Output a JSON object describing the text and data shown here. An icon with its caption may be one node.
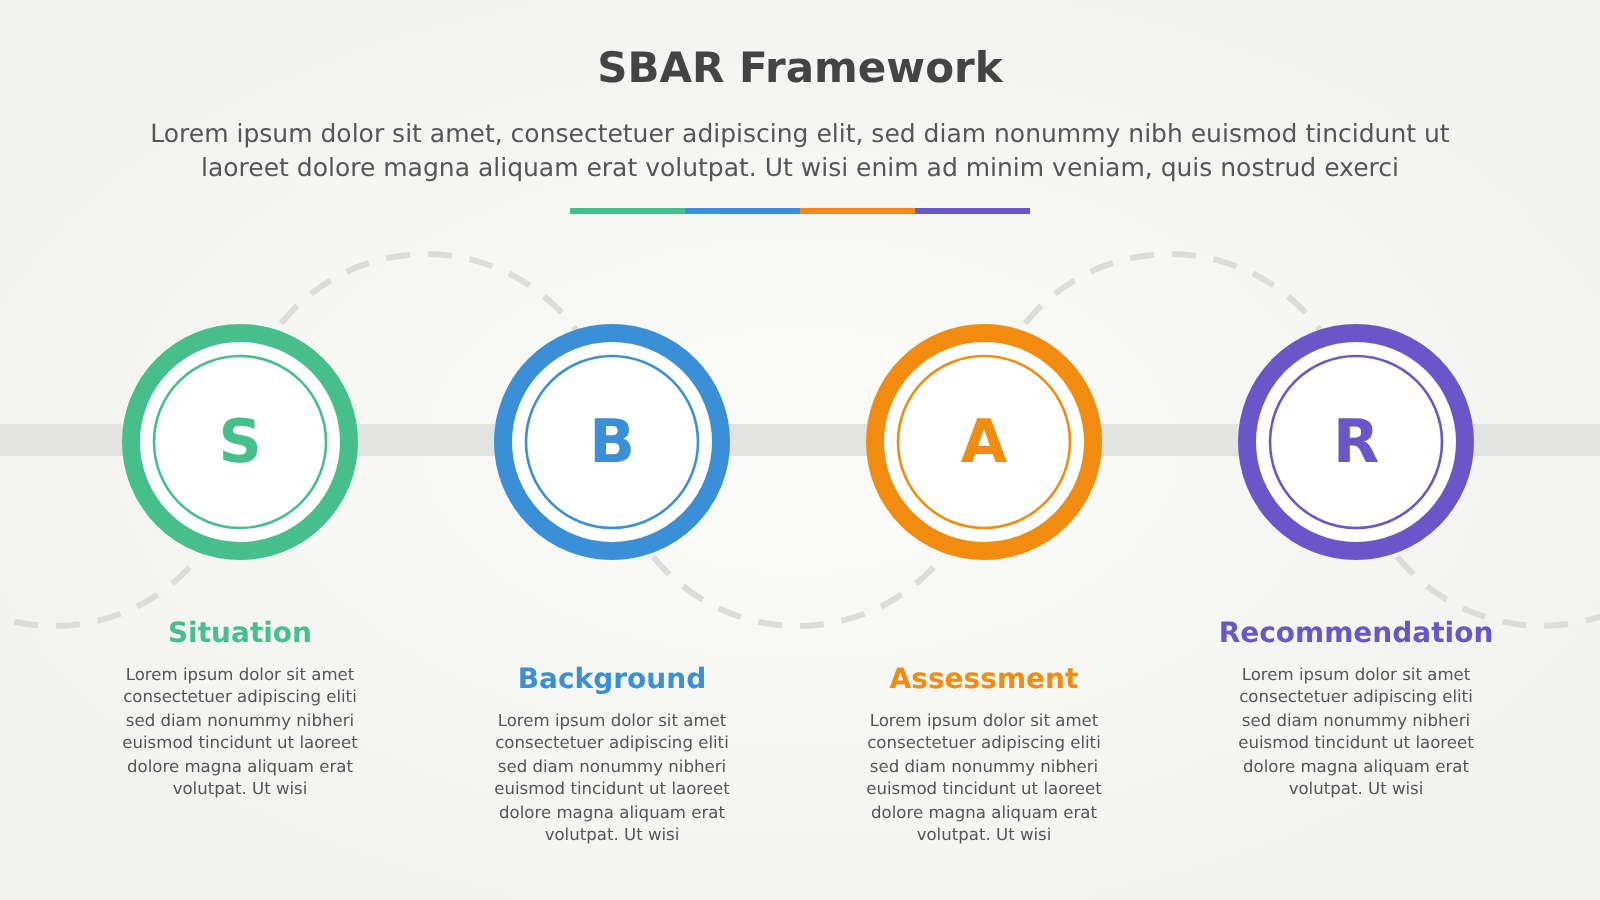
{
  "diagram": {
    "title": "SBAR Framework",
    "caption": "Lorem ipsum dolor sit amet, consectetuer adipiscing elit, sed diam nonummy nibh euismod tincidunt ut laoreet dolore magna aliquam erat volutpat. Ut wisi enim ad minim veniam, quis nostrud exerci",
    "nodes": [
      {
        "text": [
          "S"
        ],
        "beside": [
          "Situation",
          "Lorem ipsum dolor sit amet consectetuer adipiscing eliti sed diam nonummy nibheri euismod tincidunt ut laoreet dolore magna aliquam erat volutpat. Ut wisi"
        ]
      },
      {
        "text": [
          "B"
        ],
        "beside": [
          "Background",
          "Lorem ipsum dolor sit amet consectetuer adipiscing eliti sed diam nonummy nibheri euismod tincidunt ut laoreet dolore magna aliquam erat volutpat. Ut wisi"
        ]
      },
      {
        "text": [
          "A"
        ],
        "beside": [
          "Assessment",
          "Lorem ipsum dolor sit amet consectetuer adipiscing eliti sed diam nonummy nibheri euismod tincidunt ut laoreet dolore magna aliquam erat volutpat. Ut wisi"
        ]
      },
      {
        "text": [
          "R"
        ],
        "beside": [
          "Recommendation",
          "Lorem ipsum dolor sit amet consectetuer adipiscing eliti sed diam nonummy nibheri euismod tincidunt ut laoreet dolore magna aliquam erat volutpat. Ut wisi"
        ]
      }
    ]
  }
}
